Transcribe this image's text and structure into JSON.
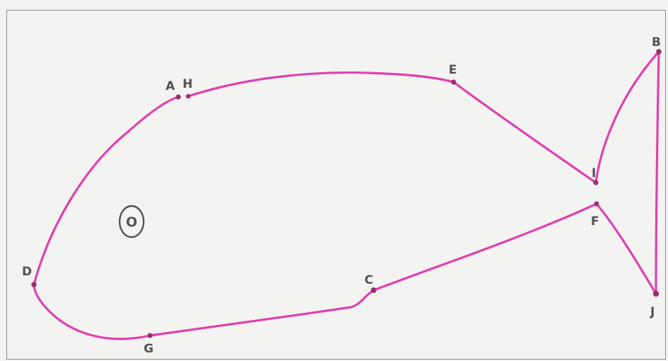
{
  "figure": {
    "line_color": "#e040b0",
    "point_color": "#9c2f6a",
    "label_color": "#55524f",
    "eye_label": "O",
    "points": {
      "A": "A",
      "H": "H",
      "E": "E",
      "B": "B",
      "I": "I",
      "F": "F",
      "J": "J",
      "C": "C",
      "D": "D",
      "G": "G"
    }
  }
}
